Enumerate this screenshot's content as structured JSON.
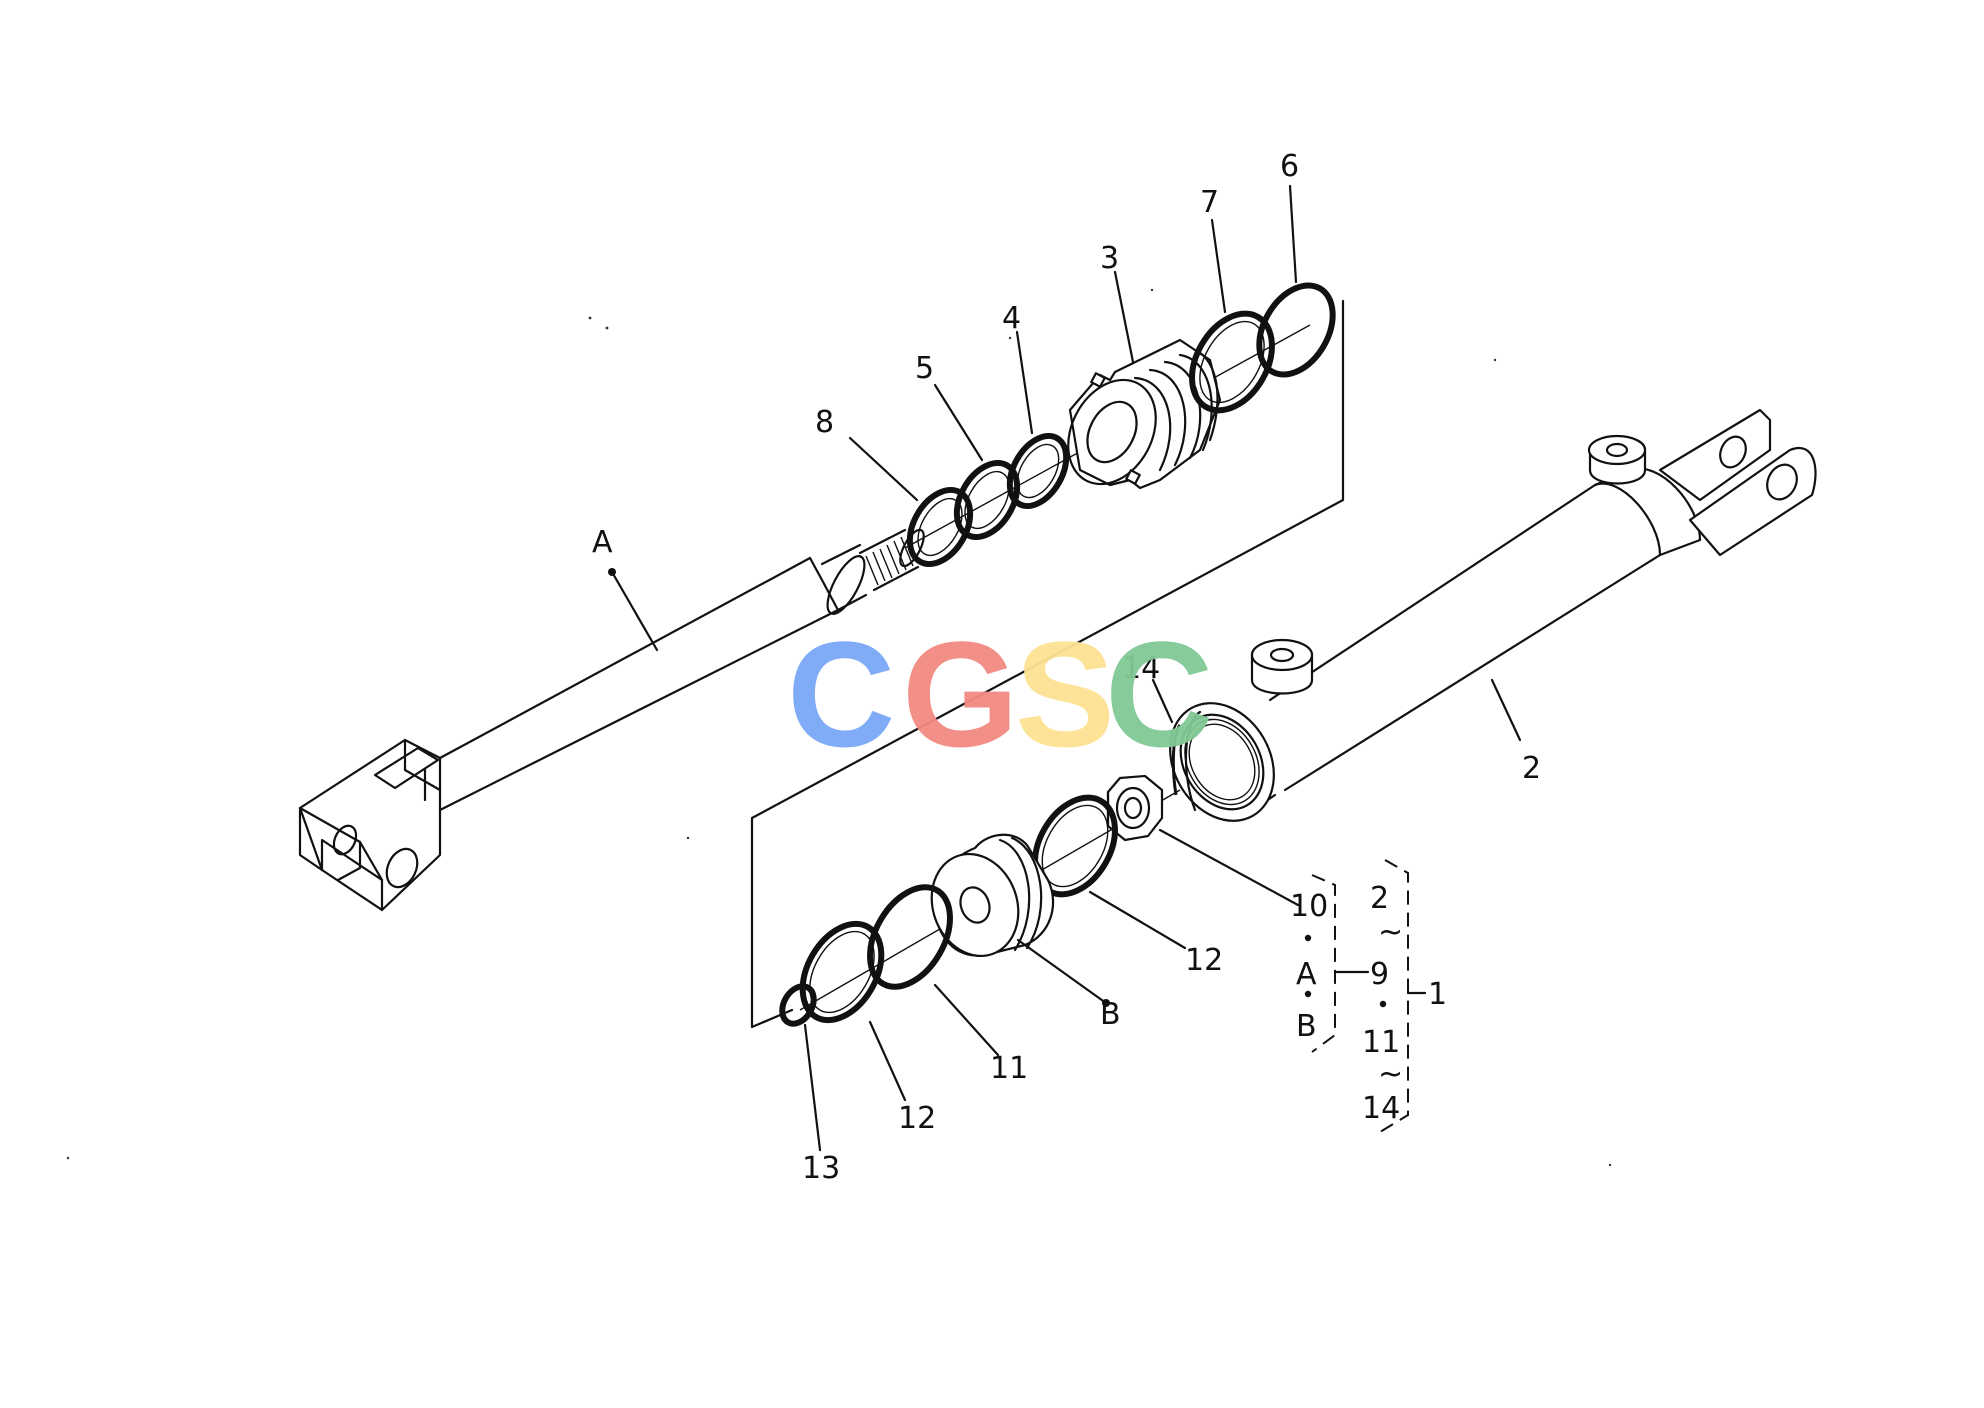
{
  "callouts": {
    "c1": "1",
    "c2": "2",
    "c2b": "2",
    "c3": "3",
    "c4": "4",
    "c5": "5",
    "c6": "6",
    "c7": "7",
    "c8": "8",
    "c9": "9",
    "c10": "10",
    "c11": "11",
    "c11b": "11",
    "c12a": "12",
    "c12b": "12",
    "c13": "13",
    "c14": "14",
    "c14b": "14",
    "cA": "A",
    "cA2": "A",
    "cB": "B",
    "cB2": "B"
  },
  "watermark": {
    "letters": [
      "C",
      "G",
      "S",
      "C"
    ],
    "colors": [
      "#7aa7f7",
      "#f28b82",
      "#fde293",
      "#81c995"
    ]
  }
}
